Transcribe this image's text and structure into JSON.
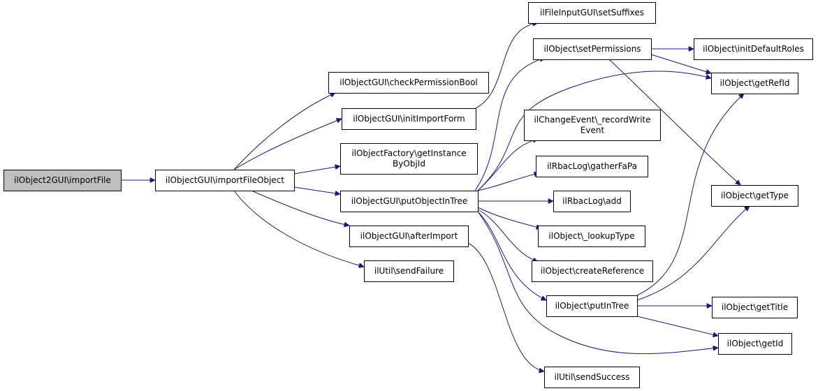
{
  "diagram": {
    "type": "call-graph",
    "edge_color": "#191970",
    "root_fill": "#bfbfbf",
    "nodes": [
      {
        "id": "n0",
        "lines": [
          "ilObject2GUI\\importFile"
        ],
        "root": true
      },
      {
        "id": "n1",
        "lines": [
          "ilObjectGUI\\importFileObject"
        ]
      },
      {
        "id": "n2",
        "lines": [
          "ilObjectGUI\\checkPermissionBool"
        ]
      },
      {
        "id": "n3",
        "lines": [
          "ilObjectGUI\\initImportForm"
        ]
      },
      {
        "id": "n4",
        "lines": [
          "ilObjectFactory\\getInstance",
          "ByObjId"
        ]
      },
      {
        "id": "n5",
        "lines": [
          "ilObjectGUI\\putObjectInTree"
        ]
      },
      {
        "id": "n6",
        "lines": [
          "ilObjectGUI\\afterImport"
        ]
      },
      {
        "id": "n7",
        "lines": [
          "ilUtil\\sendFailure"
        ]
      },
      {
        "id": "n8",
        "lines": [
          "ilFileInputGUI\\setSuffixes"
        ]
      },
      {
        "id": "n9",
        "lines": [
          "ilObject\\setPermissions"
        ]
      },
      {
        "id": "n10",
        "lines": [
          "ilChangeEvent\\_recordWrite",
          "Event"
        ]
      },
      {
        "id": "n11",
        "lines": [
          "ilRbacLog\\gatherFaPa"
        ]
      },
      {
        "id": "n12",
        "lines": [
          "ilRbacLog\\add"
        ]
      },
      {
        "id": "n13",
        "lines": [
          "ilObject\\_lookupType"
        ]
      },
      {
        "id": "n14",
        "lines": [
          "ilObject\\createReference"
        ]
      },
      {
        "id": "n15",
        "lines": [
          "ilObject\\putInTree"
        ]
      },
      {
        "id": "n16",
        "lines": [
          "ilUtil\\sendSuccess"
        ]
      },
      {
        "id": "n17",
        "lines": [
          "ilObject\\initDefaultRoles"
        ]
      },
      {
        "id": "n18",
        "lines": [
          "ilObject\\getRefId"
        ]
      },
      {
        "id": "n19",
        "lines": [
          "ilObject\\getType"
        ]
      },
      {
        "id": "n20",
        "lines": [
          "ilObject\\getTitle"
        ]
      },
      {
        "id": "n21",
        "lines": [
          "ilObject\\getId"
        ]
      }
    ]
  }
}
